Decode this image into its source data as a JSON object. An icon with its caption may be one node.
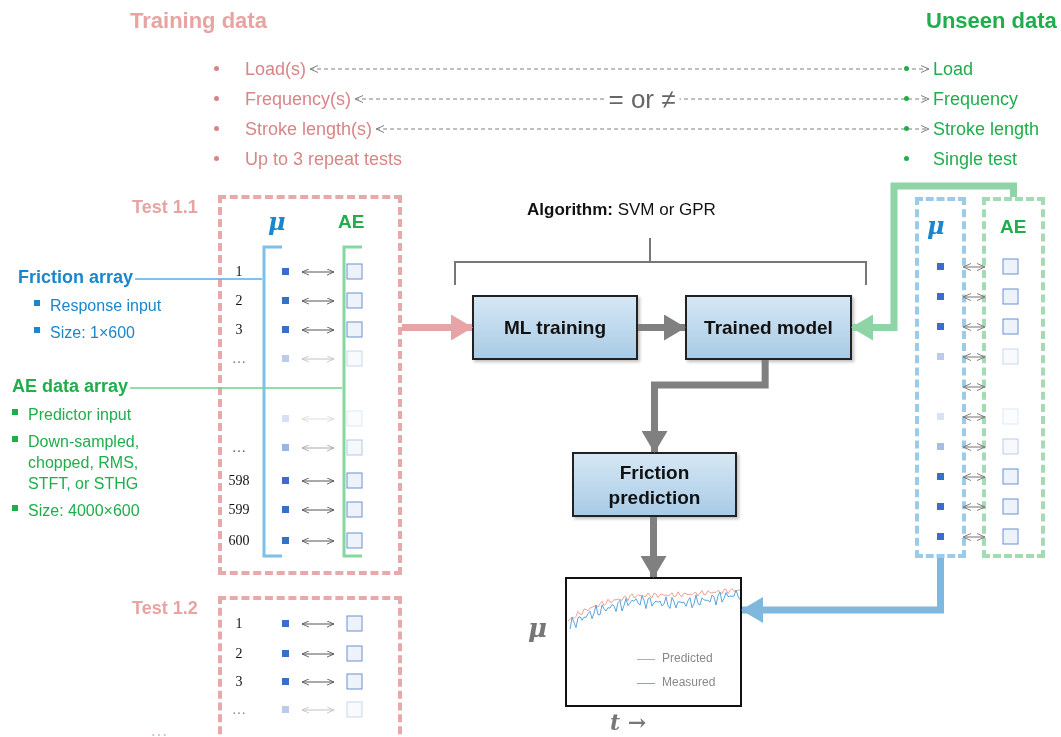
{
  "diagram": {
    "nodes": [
      {
        "text": [
          "Load(s)"
        ]
      },
      {
        "text": [
          "Frequency(s)"
        ]
      },
      {
        "text": [
          "Stroke length(s)"
        ]
      },
      {
        "text": [
          "Load"
        ]
      },
      {
        "text": [
          "Frequency"
        ]
      },
      {
        "text": [
          "Stroke length"
        ]
      },
      {
        "text": [
          "Test 1.1",
          "μ",
          "AE",
          "1",
          "2",
          "3",
          "…",
          "…",
          "598",
          "599",
          "600"
        ]
      },
      {
        "text": [
          "Friction array",
          "Response input",
          "Size: 1×600"
        ]
      },
      {
        "text": [
          "AE data array",
          "Predictor input",
          "Down-sampled, chopped, RMS, STFT, or STHG",
          "Size: 4000×600"
        ]
      },
      {
        "text": [
          "ML training"
        ]
      },
      {
        "text": [
          "Trained model"
        ]
      },
      {
        "text": [
          "μ"
        ]
      },
      {
        "text": [
          "AE"
        ]
      },
      {
        "text": [
          "Friction prediction"
        ]
      },
      {
        "text": [],
        "shape": "picture",
        "beside": [
          "μ",
          "t →"
        ]
      },
      {
        "text": [
          "Test 1.2",
          "1",
          "2",
          "3",
          "…"
        ]
      }
    ],
    "edges": [
      {
        "from": 0,
        "to": 3,
        "arrow": "both",
        "style": "dashed"
      },
      {
        "from": 1,
        "to": 4,
        "arrow": "both",
        "style": "dashed",
        "label": "= or ≠"
      },
      {
        "from": 2,
        "to": 5,
        "arrow": "both",
        "style": "dashed"
      },
      {
        "from": 6,
        "to": 9,
        "arrow": "to",
        "style": "thick",
        "color": "#e8a3a6"
      },
      {
        "from": 9,
        "to": 10,
        "arrow": "to",
        "style": "thick"
      },
      {
        "from": 12,
        "to": 10,
        "arrow": "to",
        "style": "thick",
        "color": "#8fd4a6"
      },
      {
        "from": 10,
        "to": 13,
        "arrow": "to",
        "style": "thick"
      },
      {
        "from": 13,
        "to": 14,
        "arrow": "to",
        "style": "thick"
      },
      {
        "from": 11,
        "to": 14,
        "arrow": "to",
        "style": "thick",
        "color": "#7fb8dc"
      },
      {
        "from": 7,
        "to": 6,
        "arrow": "none",
        "color": "#5aaee0"
      },
      {
        "from": 8,
        "to": 6,
        "arrow": "none",
        "color": "#6fd08f"
      },
      {
        "from": 11,
        "to": 12,
        "arrow": "both"
      },
      {
        "from": 11,
        "to": 12,
        "arrow": "both"
      },
      {
        "from": 11,
        "to": 12,
        "arrow": "both"
      },
      {
        "from": 11,
        "to": 12,
        "arrow": "both"
      },
      {
        "from": 11,
        "to": 12,
        "arrow": "both"
      },
      {
        "from": 11,
        "to": 12,
        "arrow": "both"
      },
      {
        "from": 11,
        "to": 12,
        "arrow": "both"
      },
      {
        "from": 11,
        "to": 12,
        "arrow": "both"
      },
      {
        "from": 11,
        "to": 12,
        "arrow": "both"
      },
      {
        "from": 11,
        "to": 12,
        "arrow": "both"
      }
    ],
    "labels": [
      "Training data",
      "Unseen data",
      "Up to 3 repeat tests",
      "Single test",
      "**Algorithm:** SVM or GPR",
      "…"
    ],
    "legend": [
      {
        "text": "Predicted"
      },
      {
        "text": "Measured"
      }
    ]
  }
}
